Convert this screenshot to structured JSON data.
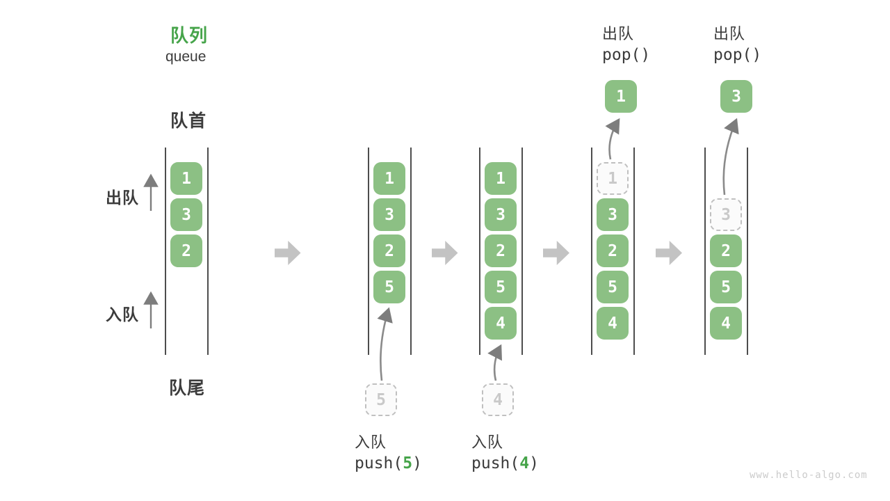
{
  "title": {
    "zh": "队列",
    "en": "queue"
  },
  "side_labels": {
    "front": "队首",
    "rear": "队尾",
    "dequeue": "出队",
    "enqueue": "入队"
  },
  "watermark": "www.hello-algo.com",
  "colors": {
    "accent_green": "#46A44A",
    "box_green": "#8CC084",
    "text_dark": "#3C3C3C",
    "ghost_gray": "#C9C9C9",
    "block_arrow_gray": "#C3C3C3",
    "thin_arrow_gray": "#7D7D7D",
    "line_gray": "#4D4D4D",
    "watermark_gray": "#CBCBCB"
  },
  "steps": [
    {
      "name": "initial",
      "cells": [
        {
          "row": 0,
          "v": "1",
          "ghost": false
        },
        {
          "row": 1,
          "v": "3",
          "ghost": false
        },
        {
          "row": 2,
          "v": "2",
          "ghost": false
        }
      ]
    },
    {
      "name": "push-5",
      "cells": [
        {
          "row": 0,
          "v": "1",
          "ghost": false
        },
        {
          "row": 1,
          "v": "3",
          "ghost": false
        },
        {
          "row": 2,
          "v": "2",
          "ghost": false
        },
        {
          "row": 3,
          "v": "5",
          "ghost": false
        }
      ],
      "incoming": "5",
      "action": {
        "label": "入队",
        "fn": "push",
        "arg": "5"
      }
    },
    {
      "name": "push-4",
      "cells": [
        {
          "row": 0,
          "v": "1",
          "ghost": false
        },
        {
          "row": 1,
          "v": "3",
          "ghost": false
        },
        {
          "row": 2,
          "v": "2",
          "ghost": false
        },
        {
          "row": 3,
          "v": "5",
          "ghost": false
        },
        {
          "row": 4,
          "v": "4",
          "ghost": false
        }
      ],
      "incoming": "4",
      "action": {
        "label": "入队",
        "fn": "push",
        "arg": "4"
      }
    },
    {
      "name": "pop-1",
      "cells": [
        {
          "row": 0,
          "v": "1",
          "ghost": true
        },
        {
          "row": 1,
          "v": "3",
          "ghost": false
        },
        {
          "row": 2,
          "v": "2",
          "ghost": false
        },
        {
          "row": 3,
          "v": "5",
          "ghost": false
        },
        {
          "row": 4,
          "v": "4",
          "ghost": false
        }
      ],
      "outgoing": "1",
      "action": {
        "label": "出队",
        "fn": "pop",
        "arg": ""
      }
    },
    {
      "name": "pop-3",
      "cells": [
        {
          "row": 1,
          "v": "3",
          "ghost": true
        },
        {
          "row": 2,
          "v": "2",
          "ghost": false
        },
        {
          "row": 3,
          "v": "5",
          "ghost": false
        },
        {
          "row": 4,
          "v": "4",
          "ghost": false
        }
      ],
      "outgoing": "3",
      "action": {
        "label": "出队",
        "fn": "pop",
        "arg": ""
      }
    }
  ]
}
